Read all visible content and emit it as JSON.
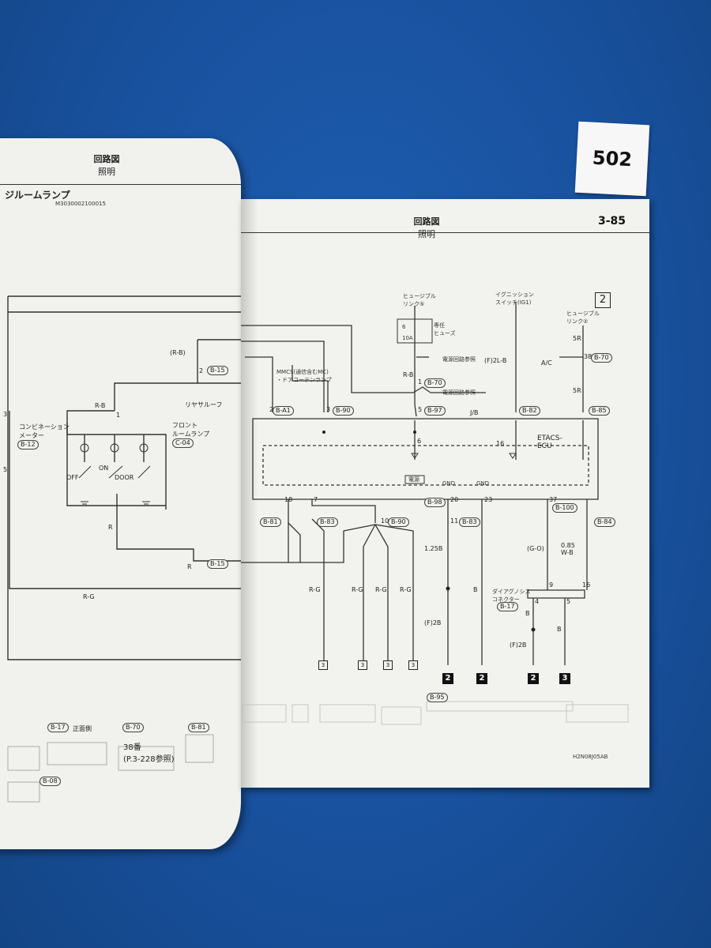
{
  "sticker_number": "502",
  "left_page": {
    "header_line1": "回路図",
    "header_line2": "照明",
    "section_title": "ジルームランプ",
    "doc_code": "M3030002100015",
    "labels": {
      "rb": "(R-B)",
      "rb2": "R-B",
      "conn_b15": "B-15",
      "num2": "2",
      "num1": "1",
      "num3": "3",
      "num5": "5",
      "rear_roof": "リヤサルーフ",
      "front_room_lamp": "フロント\nルームランプ",
      "conn_c04": "C-04",
      "combination_meter": "コンビネーション\nメーター",
      "conn_b12": "B-12",
      "off": "OFF",
      "on": "ON",
      "door": "DOOR",
      "r": "R",
      "rg": "R-G",
      "conn_b15b": "B-15",
      "b17": "B-17",
      "b70": "B-70",
      "note": "38番\n(P.3-228参照)",
      "b81": "B-81",
      "b08": "B-08",
      "mark_fill": "正面側"
    }
  },
  "right_page": {
    "header_line1": "回路図",
    "header_line2": "照明",
    "page_number": "3-85",
    "box_number": "2",
    "fusible_link_5": "ヒュージブル\nリンク⑤",
    "ignition_switch": "イグニッション\nスイッチ(IG1)",
    "fusible_link_2": "ヒュージブル\nリンク②",
    "fuse_6": "6",
    "fuse_10a": "10A",
    "dedicated_fuse": "専任\nヒューズ",
    "to_power": "電源回路参照",
    "mmcs": "MMCS(通信含むMC)\n・ドアコーテンランプ",
    "rb": "R-B",
    "jb": "J/B",
    "f2lb": "(F)2L-B",
    "ac": "A/C",
    "r5": "5R",
    "etacs": "ETACS-\nECU",
    "power": "電源",
    "gnd": "GND",
    "diag": "ダイアグノシス\nコネクター",
    "go": "(G-O)",
    "wb": "0.85\nW-B",
    "b125": "1.25B",
    "f2b": "(F)2B",
    "b": "B",
    "rg": "R-G",
    "footer_code": "H2N08J05AB",
    "connectors": [
      "B-A1",
      "B-90",
      "B-97",
      "B-70",
      "B-82",
      "B-85",
      "B-81",
      "B-83",
      "B-98",
      "B-100",
      "B-84",
      "B-17",
      "B-95"
    ],
    "pins": [
      "2",
      "3",
      "5",
      "1",
      "38",
      "16",
      "6",
      "18",
      "7",
      "10",
      "11",
      "20",
      "23",
      "37",
      "9",
      "4"
    ],
    "ground_marks": [
      "2",
      "2",
      "2",
      "3"
    ],
    "arrow_marks": [
      "3",
      "3",
      "3",
      "3"
    ]
  }
}
